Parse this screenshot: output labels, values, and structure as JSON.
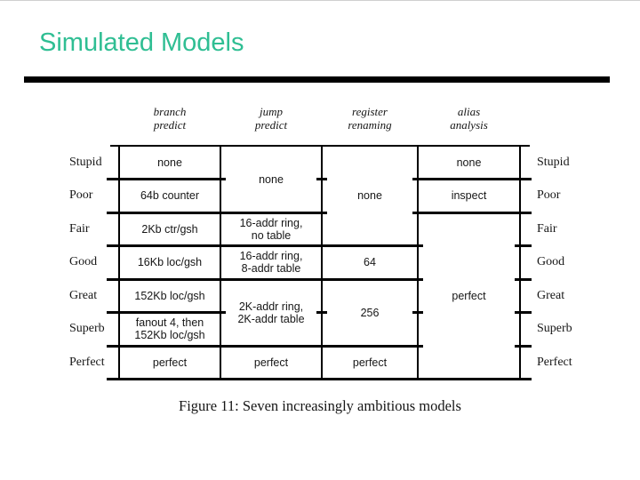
{
  "slide": {
    "title": "Simulated Models",
    "title_color": "#2FBE93",
    "rule_color": "#000000"
  },
  "figure": {
    "caption": "Figure 11: Seven increasingly ambitious models",
    "row_labels": [
      "Stupid",
      "Poor",
      "Fair",
      "Good",
      "Great",
      "Superb",
      "Perfect"
    ],
    "columns": [
      {
        "id": "branch-predict",
        "header": "branch\npredict",
        "cells": [
          {
            "row": 0,
            "span": 1,
            "text": "none"
          },
          {
            "row": 1,
            "span": 1,
            "text": "64b counter"
          },
          {
            "row": 2,
            "span": 1,
            "text": "2Kb ctr/gsh"
          },
          {
            "row": 3,
            "span": 1,
            "text": "16Kb loc/gsh"
          },
          {
            "row": 4,
            "span": 1,
            "text": "152Kb loc/gsh"
          },
          {
            "row": 5,
            "span": 1,
            "text": "fanout 4, then\n152Kb loc/gsh"
          },
          {
            "row": 6,
            "span": 1,
            "text": "perfect"
          }
        ]
      },
      {
        "id": "jump-predict",
        "header": "jump\npredict",
        "cells": [
          {
            "row": 0,
            "span": 2,
            "text": "none"
          },
          {
            "row": 2,
            "span": 1,
            "text": "16-addr ring,\nno table"
          },
          {
            "row": 3,
            "span": 1,
            "text": "16-addr ring,\n8-addr table"
          },
          {
            "row": 4,
            "span": 2,
            "text": "2K-addr ring,\n2K-addr table"
          },
          {
            "row": 6,
            "span": 1,
            "text": "perfect"
          }
        ]
      },
      {
        "id": "register-renaming",
        "header": "register\nrenaming",
        "cells": [
          {
            "row": 0,
            "span": 3,
            "text": "none"
          },
          {
            "row": 3,
            "span": 1,
            "text": "64"
          },
          {
            "row": 4,
            "span": 2,
            "text": "256"
          },
          {
            "row": 6,
            "span": 1,
            "text": "perfect"
          }
        ]
      },
      {
        "id": "alias-analysis",
        "header": "alias\nanalysis",
        "cells": [
          {
            "row": 0,
            "span": 1,
            "text": "none"
          },
          {
            "row": 1,
            "span": 1,
            "text": "inspect"
          },
          {
            "row": 2,
            "span": 5,
            "text": "perfect"
          }
        ]
      }
    ]
  }
}
